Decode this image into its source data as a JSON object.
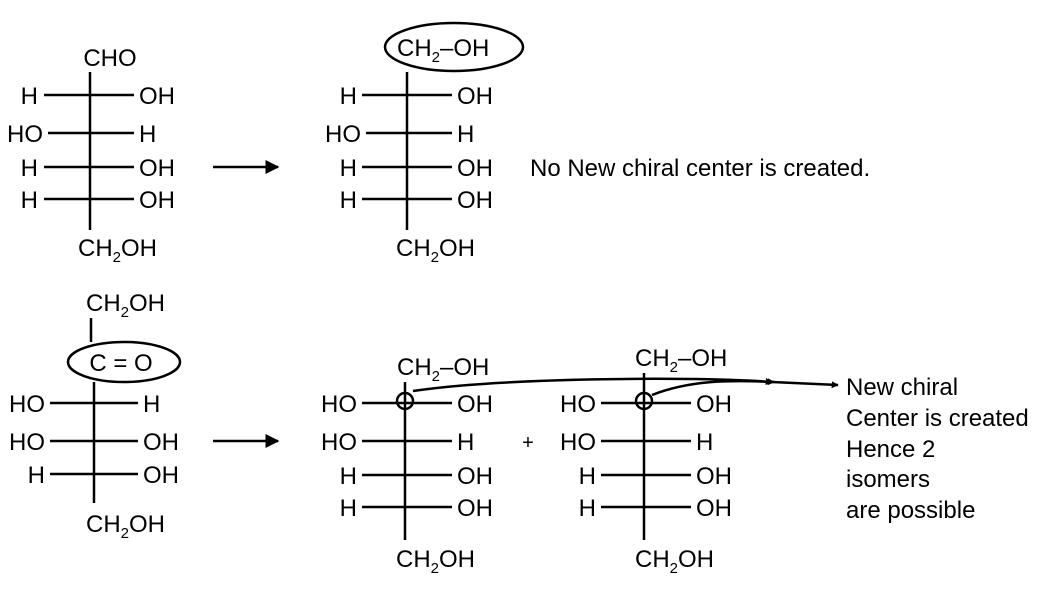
{
  "reaction_1": {
    "reactant": {
      "top": "CHO",
      "rows": [
        {
          "left": "H",
          "right": "OH"
        },
        {
          "left": "HO",
          "right": "H"
        },
        {
          "left": "H",
          "right": "OH"
        },
        {
          "left": "H",
          "right": "OH"
        }
      ],
      "bottom": {
        "pre": "CH",
        "sub": "2",
        "post": "OH"
      }
    },
    "product": {
      "top": {
        "pre": "CH",
        "sub": "2",
        "post": "–OH"
      },
      "rows": [
        {
          "left": "H",
          "right": "OH"
        },
        {
          "left": "HO",
          "right": "H"
        },
        {
          "left": "H",
          "right": "OH"
        },
        {
          "left": "H",
          "right": "OH"
        }
      ],
      "bottom": {
        "pre": "CH",
        "sub": "2",
        "post": "OH"
      }
    },
    "note": "No New chiral center is created."
  },
  "reaction_2": {
    "reactant": {
      "top": {
        "pre": "CH",
        "sub": "2",
        "post": "OH"
      },
      "carbonyl": "C = O",
      "rows": [
        {
          "left": "HO",
          "right": "H"
        },
        {
          "left": "HO",
          "right": "OH"
        },
        {
          "left": "H",
          "right": "OH"
        }
      ],
      "bottom": {
        "pre": "CH",
        "sub": "2",
        "post": "OH"
      }
    },
    "product_a": {
      "top": {
        "pre": "CH",
        "sub": "2",
        "post": "–OH"
      },
      "rows": [
        {
          "left": "HO",
          "right": "OH"
        },
        {
          "left": "HO",
          "right": "H"
        },
        {
          "left": "H",
          "right": "OH"
        },
        {
          "left": "H",
          "right": "OH"
        }
      ],
      "bottom": {
        "pre": "CH",
        "sub": "2",
        "post": "OH"
      }
    },
    "plus": "+",
    "product_b": {
      "top": {
        "pre": "CH",
        "sub": "2",
        "post": "–OH"
      },
      "rows": [
        {
          "left": "HO",
          "right": "OH"
        },
        {
          "left": "HO",
          "right": "H"
        },
        {
          "left": "H",
          "right": "OH"
        },
        {
          "left": "H",
          "right": "OH"
        }
      ],
      "bottom": {
        "pre": "CH",
        "sub": "2",
        "post": "OH"
      }
    },
    "note_lines": [
      "New chiral",
      "Center is created",
      "Hence 2",
      "isomers",
      "are possible"
    ]
  }
}
